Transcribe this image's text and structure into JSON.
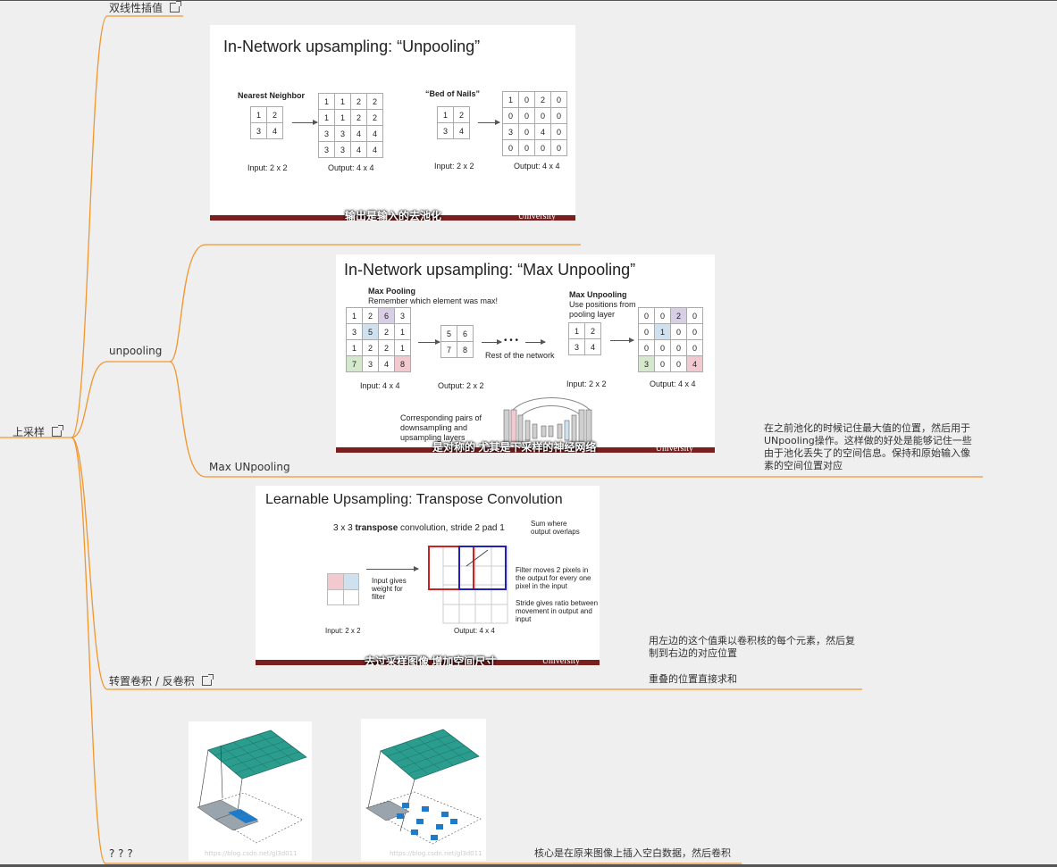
{
  "root": {
    "label": "上采样"
  },
  "branches": {
    "bilinear": {
      "label": "双线性插值"
    },
    "unpooling": {
      "label": "unpooling"
    },
    "max_unpooling": {
      "label": "Max UNpooling"
    },
    "transpose": {
      "label": "转置卷积 / 反卷积"
    },
    "unknown": {
      "label": "? ? ?"
    }
  },
  "notes": {
    "max_unpool_note": [
      "在之前池化的时候记住最大值的位置，然后用于",
      "UNpooling操作。这样做的好处是能够记住一些",
      "由于池化丢失了的空间信息。保持和原始输入像",
      "素的空间位置对应"
    ],
    "transpose_note_1": [
      "用左边的这个值乘以卷积核的每个元素，然后复",
      "制到右边的对应位置"
    ],
    "transpose_note_2": "重叠的位置直接求和",
    "unknown_note": "核心是在原来图像上插入空白数据，然后卷积"
  },
  "slide1": {
    "title": "In-Network upsampling: “Unpooling”",
    "nn_label": "Nearest Neighbor",
    "bon_label": "“Bed of Nails”",
    "input_small": [
      [
        "1",
        "2"
      ],
      [
        "3",
        "4"
      ]
    ],
    "nn_output": [
      [
        "1",
        "1",
        "2",
        "2"
      ],
      [
        "1",
        "1",
        "2",
        "2"
      ],
      [
        "3",
        "3",
        "4",
        "4"
      ],
      [
        "3",
        "3",
        "4",
        "4"
      ]
    ],
    "bon_output": [
      [
        "1",
        "0",
        "2",
        "0"
      ],
      [
        "0",
        "0",
        "0",
        "0"
      ],
      [
        "3",
        "0",
        "4",
        "0"
      ],
      [
        "0",
        "0",
        "0",
        "0"
      ]
    ],
    "input_caption": "Input: 2 x 2",
    "output_caption": "Output: 4 x 4",
    "subtitle": "输出是输入的去池化",
    "footer_text": "University"
  },
  "slide2": {
    "title": "In-Network upsampling: “Max Unpooling”",
    "maxpool_head": "Max Pooling",
    "maxpool_sub": "Remember which element was max!",
    "unpool_head": "Max Unpooling",
    "unpool_sub1": "Use positions from",
    "unpool_sub2": "pooling layer",
    "input4": [
      [
        "1",
        "2",
        "6",
        "3"
      ],
      [
        "3",
        "5",
        "2",
        "1"
      ],
      [
        "1",
        "2",
        "2",
        "1"
      ],
      [
        "7",
        "3",
        "4",
        "8"
      ]
    ],
    "pooled": [
      [
        "5",
        "6"
      ],
      [
        "7",
        "8"
      ]
    ],
    "input2": [
      [
        "1",
        "2"
      ],
      [
        "3",
        "4"
      ]
    ],
    "output4": [
      [
        "0",
        "0",
        "2",
        "0"
      ],
      [
        "0",
        "1",
        "0",
        "0"
      ],
      [
        "0",
        "0",
        "0",
        "0"
      ],
      [
        "3",
        "0",
        "0",
        "4"
      ]
    ],
    "rest": "Rest of the network",
    "dots": "• • •",
    "cap_in4": "Input: 4 x 4",
    "cap_out2": "Output: 2 x 2",
    "cap_in2": "Input: 2 x 2",
    "cap_out4": "Output: 4 x 4",
    "pairs1": "Corresponding pairs of",
    "pairs2": "downsampling and",
    "pairs3": "upsampling layers",
    "subtitle": "是对称的  尤其是下采样的神经网络",
    "footer_text": "University"
  },
  "slide3": {
    "title": "Learnable Upsampling: Transpose Convolution",
    "desc_pre": "3 x 3 ",
    "desc_bold": "transpose",
    "desc_post": " convolution, stride 2 pad 1",
    "sum_label1": "Sum where",
    "sum_label2": "output overlaps",
    "input_gives1": "Input gives",
    "input_gives2": "weight for",
    "input_gives3": "filter",
    "filter1": "Filter moves 2 pixels in",
    "filter2": "the output for every one",
    "filter3": "pixel in the input",
    "stride1": "Stride gives ratio between",
    "stride2": "movement in output and",
    "stride3": "input",
    "cap_in": "Input: 2 x 2",
    "cap_out": "Output: 4 x 4",
    "subtitle": "去过采样图像 增加空间尺寸",
    "footer_text": "University"
  },
  "images": {
    "left_watermark": "https://blog.csdn.net/gl3d011",
    "right_watermark": "https://blog.csdn.net/gl3d011"
  },
  "colors": {
    "branch": "#f0962e",
    "footer": "#7a1e1e"
  }
}
